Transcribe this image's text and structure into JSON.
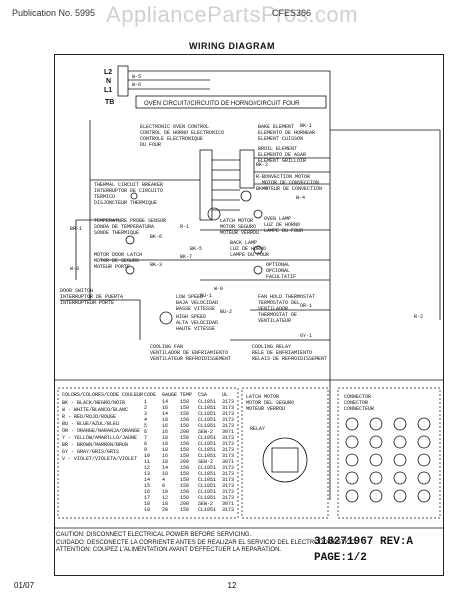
{
  "watermark": "AppliancePartsPros.com",
  "header": {
    "left": "Publication No. 5995",
    "right": "CFES366",
    "title": "WIRING DIAGRAM"
  },
  "terminals": {
    "l2": "L2",
    "n": "N",
    "l1": "L1",
    "tb": "TB"
  },
  "oven_circuit": "OVEN CIRCUIT//CIRCUITO DE HORNO//CIRCUIT FOUR",
  "components": {
    "eoc": "ELECTRONIC OVEN CONTROL\nCONTROL DE HORNO ELECTRONICO\nCONTROLE ELECTRONIQUE\nDU FOUR",
    "bake": "BAKE ELEMENT\nELEMENTO DE HORNEAR\nELEMENT CUISSON",
    "broil": "BROIL ELEMENT\nELEMENTO DE ASAR\nELEMENT GRILLOIR",
    "convection": "CONVECTION MOTOR\nMOTOR DE CONVECCION\nMOTEUR DE CONVECTION",
    "thermal_cutout": "THERMAL CIRCUIT BREAKER\nINTERRUPTOR DE CIRCUITO\nTERMICO\nDISJONCTEUR THERMIQUE",
    "sensor": "TEMPERATURE PROBE SENSOR\nSONDA DE TEMPERATURA\nSONDE THERMIQUE",
    "latch_motor": "LATCH MOTOR\nMOTOR SEGURO\nMOTEUR VERROU",
    "oven_lamp": "OVEN LAMP\nLUZ DE HORNO\nLAMPE DU FOUR",
    "door_latch": "MOTOR DOOR LATCH\nMOTOR DE SEGURO\nMOTEUR PORTE",
    "door_switch": "DOOR SWITCH\nINTERRUPTOR DE PUERTA\nINTERRUPTEUR PORTE",
    "back_lamp": "BACK LAMP\nLUZ DE HORNO\nLAMPE DU FOUR",
    "optional": "OPTIONAL\nOPCIONAL\nFACULTATIF",
    "fan_low": "LOW SPEED\nBAJA VELOCIDAD\nBASSE VITESSE",
    "fan_high": "HIGH SPEED\nALTA VELOCIDAD\nHAUTE VITESSE",
    "fan_thermostat": "FAN HOLD THERMOSTAT\nTERMOSTATO DEL\nVENTILADOR\nTHERMOSTAT DE\nVENTILATEUR",
    "cooling_fan": "COOLING FAN\nVENTILADOR DE ENFRIAMIENTO\nVENTILATEUR REFROIDISSEMENT",
    "cooling_relay": "COOLING RELAY\nRELE DE ENFRIAMIENTO\nRELAIS DE REFROIDISSEMENT",
    "relay_label": "RELAY",
    "latch_motor_detail": "LATCH MOTOR\nMOTOR DEL SEGURO\nMOTEUR VERROU"
  },
  "wire_labels": [
    "W-5",
    "W-6",
    "BK-1",
    "BK-2",
    "R-3",
    "BK-4",
    "W-4",
    "BK-6",
    "BK-3",
    "R-1",
    "BK-7",
    "BR-1",
    "W-3",
    "BU-1",
    "BU-2",
    "OR-1",
    "GY-1",
    "R-2",
    "BK-5",
    "W-8"
  ],
  "color_legend": {
    "header": "COLORS/COLORES/CODE COULEUR",
    "entries": [
      "BK - BLACK/NEGRO/NOIR",
      "W - WHITE/BLANCO/BLANC",
      "R - RED/ROJO/ROUGE",
      "BU - BLUE/AZUL/BLEU",
      "OR - ORANGE/NARANJA/ORANGE",
      "Y - YELLOW/AMARILLO/JAUNE",
      "BR - BROWN/MARRON/BRUN",
      "GY - GRAY/GRIS/GRIS",
      "V - VIOLET/VIOLETA/VIOLET"
    ]
  },
  "wire_table": {
    "headers": [
      "CODE",
      "GAUGE",
      "TEMP",
      "CSA",
      "UL"
    ],
    "rows": [
      [
        "1",
        "14",
        "150",
        "CL1051",
        "3173"
      ],
      [
        "2",
        "16",
        "150",
        "CL1051",
        "3173"
      ],
      [
        "3",
        "14",
        "150",
        "CL1051",
        "3173"
      ],
      [
        "4",
        "18",
        "150",
        "CL1051",
        "3173"
      ],
      [
        "5",
        "16",
        "150",
        "CL1051",
        "3173"
      ],
      [
        "6",
        "16",
        "200",
        "SEW-2",
        "3071"
      ],
      [
        "7",
        "18",
        "150",
        "CL1051",
        "3173"
      ],
      [
        "8",
        "18",
        "150",
        "CL1051",
        "3173"
      ],
      [
        "9",
        "18",
        "150",
        "CL1051",
        "3173"
      ],
      [
        "10",
        "16",
        "150",
        "CL1051",
        "3173"
      ],
      [
        "11",
        "18",
        "200",
        "SEW-2",
        "3071"
      ],
      [
        "12",
        "14",
        "150",
        "CL1051",
        "3173"
      ],
      [
        "13",
        "18",
        "150",
        "CL1051",
        "3173"
      ],
      [
        "14",
        "4",
        "150",
        "CL1051",
        "3173"
      ],
      [
        "15",
        "8",
        "150",
        "CL1051",
        "3173"
      ],
      [
        "16",
        "10",
        "150",
        "CL1051",
        "3173"
      ],
      [
        "17",
        "12",
        "150",
        "CL1051",
        "3173"
      ],
      [
        "18",
        "18",
        "200",
        "SEW-2",
        "3071"
      ],
      [
        "19",
        "20",
        "150",
        "CL1051",
        "3173"
      ]
    ]
  },
  "connector_labels": [
    "CONNECTOR",
    "CONECTOR",
    "CONNECTEUR"
  ],
  "caution": [
    "CAUTION: DISCONNECT ELECTRICAL POWER BEFORE SERVICING.",
    "CUIDADO: DESCONECTE LA CORRIENTE ANTES DE REALIZAR EL SERVICIO DEL ELECTRODOMESTICO.",
    "ATTENTION: COUPEZ L'ALIMENTATION AVANT D'EFFECTUER LA REPARATION."
  ],
  "part_number": "318271967 REV:A",
  "page_no": "PAGE:1/2",
  "footer": {
    "date": "01/07",
    "page": "12"
  }
}
